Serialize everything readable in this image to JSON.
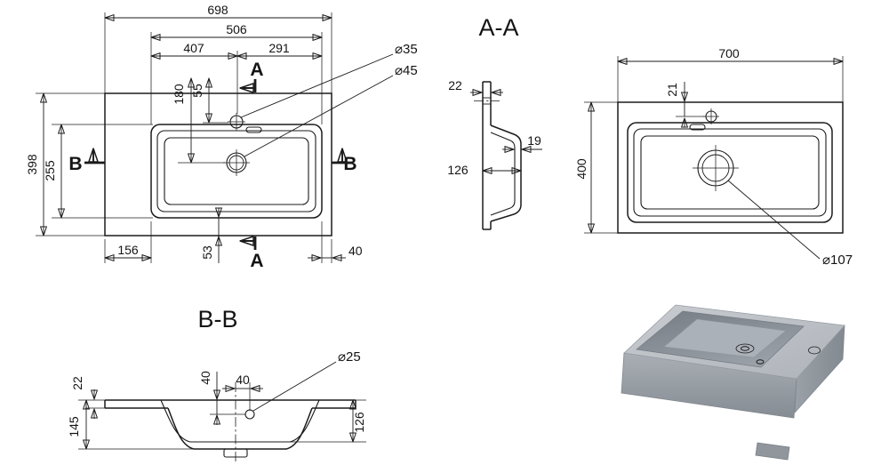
{
  "plan_view": {
    "dim_overall_width": "698",
    "dim_basin_width": "506",
    "dim_hole_from_left": "407",
    "dim_hole_from_right": "291",
    "dim_drain_from_top": "180",
    "dim_faucet_from_top": "55",
    "dim_overall_depth": "398",
    "dim_basin_depth": "255",
    "dim_left_margin": "156",
    "dim_bottom_margin": "53",
    "dim_right_margin": "40",
    "faucet_hole_dia": "⌀35",
    "drain_hole_dia": "⌀45",
    "section_a_label": "A",
    "section_b_label": "B"
  },
  "section_aa": {
    "title": "A-A",
    "dim_rim_thickness": "22",
    "dim_wall_lip": "19",
    "dim_basin_depth": "126"
  },
  "plan_view_right": {
    "dim_overall_width": "700",
    "dim_faucet_from_edge": "21",
    "dim_overall_depth": "400",
    "drain_dia": "⌀107"
  },
  "section_bb": {
    "title": "B-B",
    "dim_rim_thickness": "22",
    "dim_overflow_from_top": "40",
    "dim_overflow_from_center": "40",
    "dim_overall_height": "145",
    "dim_basin_depth": "126",
    "overflow_dia": "⌀25"
  }
}
